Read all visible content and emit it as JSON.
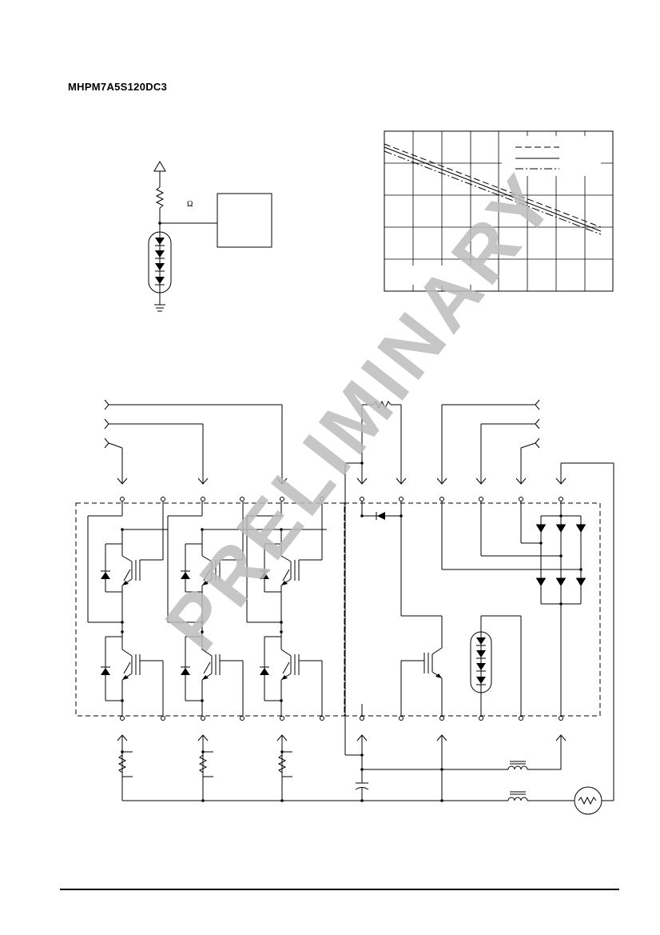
{
  "header": {
    "part_number": "MHPM7A5S120DC3"
  },
  "figures": {
    "led_circuit": {
      "resistor_unit": "Ω"
    },
    "curve_legend": {
      "line_styles": [
        "dashed",
        "solid",
        "dash-dot"
      ]
    }
  },
  "watermark": {
    "text": "PRELIMINARY",
    "color": "#bdbdbd"
  },
  "colors": {
    "ink": "#000000",
    "paper": "#ffffff"
  }
}
